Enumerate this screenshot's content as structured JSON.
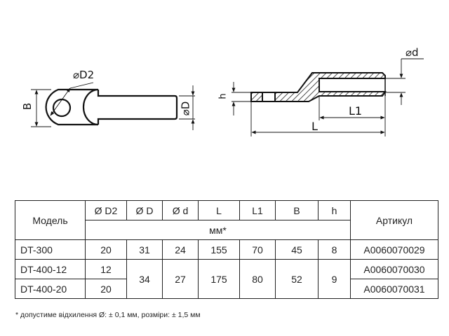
{
  "drawing": {
    "top_view_labels": {
      "B": "B",
      "D2": "⌀D2",
      "D": "⌀D"
    },
    "side_view_labels": {
      "h": "h",
      "d": "⌀d",
      "L1": "L1",
      "L": "L"
    }
  },
  "table": {
    "model_header": "Модель",
    "columns": [
      "Ø D2",
      "Ø D",
      "Ø d",
      "L",
      "L1",
      "B",
      "h"
    ],
    "unit": "мм*",
    "article_header": "Артикул",
    "rows": [
      {
        "model": "DT-300",
        "D2": "20",
        "D": "31",
        "d": "24",
        "L": "155",
        "L1": "70",
        "B": "45",
        "h": "8",
        "article": "A0060070029"
      },
      {
        "model": "DT-400-12",
        "D2": "12",
        "D": "34",
        "d": "27",
        "L": "175",
        "L1": "80",
        "B": "52",
        "h": "9",
        "article": "A0060070030"
      },
      {
        "model": "DT-400-20",
        "D2": "20",
        "article": "A0060070031"
      }
    ]
  },
  "footnote": "* допустиме відхилення Ø: ± 0,1 мм, розміри: ± 1,5 мм"
}
